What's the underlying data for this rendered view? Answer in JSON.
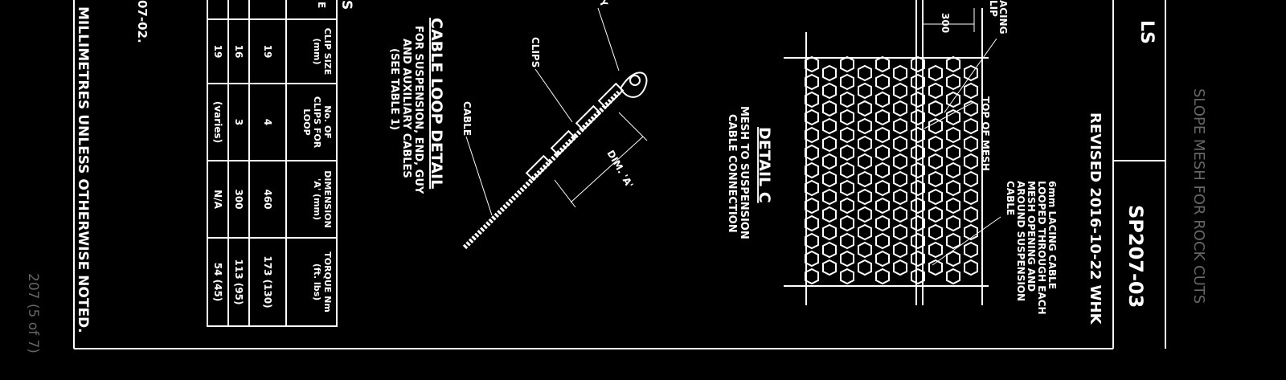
{
  "side_strip": {
    "drawing_title": "SLOPE MESH FOR ROCK CUTS",
    "sheet_code": "SP207-03",
    "revision": "REVISED 2016-10-22 WHK",
    "page_ref": "207 (5 of 7)",
    "title_fragment": "LS"
  },
  "notes": {
    "units_note": "MILLIMETRES UNLESS OTHERWISE NOTED.",
    "ref_fragment": "07-02.",
    "top_fragment": "S"
  },
  "clip_table": {
    "headers": [
      "CABLE DIA.",
      "CLIP SIZE (mm)",
      "No. OF CLIPS FOR LOOP",
      "DIMENSION 'A' (mm)",
      "TORQUE Nm (ft. lbs)"
    ],
    "rows": [
      [
        "",
        "19",
        "4",
        "460",
        "173 (130)"
      ],
      [
        "",
        "16",
        "3",
        "300",
        "113 (95)"
      ],
      [
        "",
        "19",
        "(varies)",
        "N/A",
        "54 (45)"
      ]
    ],
    "header_fragment": "E"
  },
  "cable_loop_detail": {
    "title": "CABLE LOOP DETAIL",
    "subtitle_lines": [
      "FOR SUSPENSION, END, GUY",
      "AND AUXILIARY CABLES",
      "(SEE TABLE 1)"
    ],
    "label_clips": "CLIPS",
    "label_cable": "CABLE",
    "label_dim": "DIM. 'A'",
    "label_top_fragment": "Y"
  },
  "detail_c": {
    "title": "DETAIL C",
    "subtitle_lines": [
      "MESH TO SUSPENSION",
      "CABLE CONNECTION"
    ],
    "label_top_of_mesh": "TOP OF MESH",
    "label_lacing_lines": [
      "6mm LACING CABLE",
      "LOOPED THROUGH EACH",
      "MESH OPENING AND",
      "AROUND SUSPENSION",
      "CABLE"
    ],
    "dim_300": "300",
    "label_lacing_top": "LIP",
    "label_lacing_top2": "ACING"
  }
}
